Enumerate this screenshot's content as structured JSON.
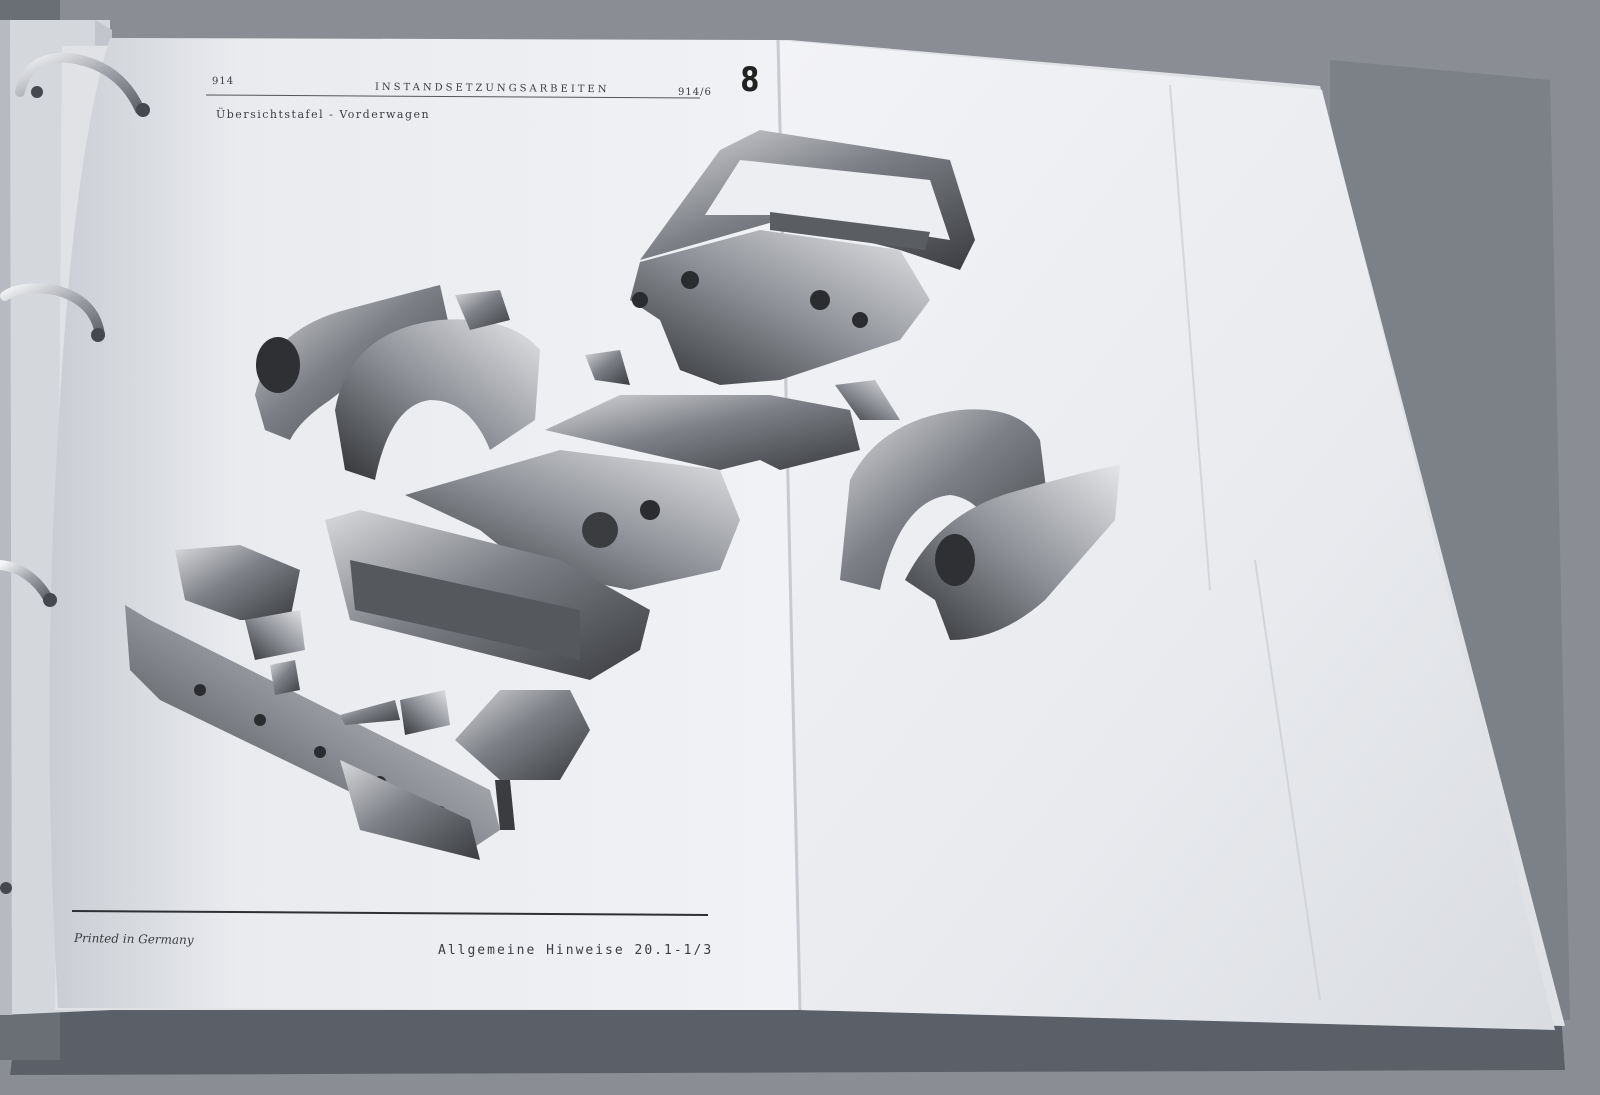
{
  "page": {
    "header_left": "914",
    "header_center": "INSTANDSETZUNGSARBEITEN",
    "header_right": "914/6",
    "header_number": "8",
    "subtitle": "Übersichtstafel - Vorderwagen",
    "footer_left": "Printed in Germany",
    "footer_right": "Allgemeine Hinweise   20.1-1/3"
  },
  "colors": {
    "background": "#8a8d93",
    "paper": "#eceef2",
    "binder_cover": "#5b6068",
    "ink": "#3b3d42"
  },
  "icons": [
    "binder-ring-icon"
  ]
}
